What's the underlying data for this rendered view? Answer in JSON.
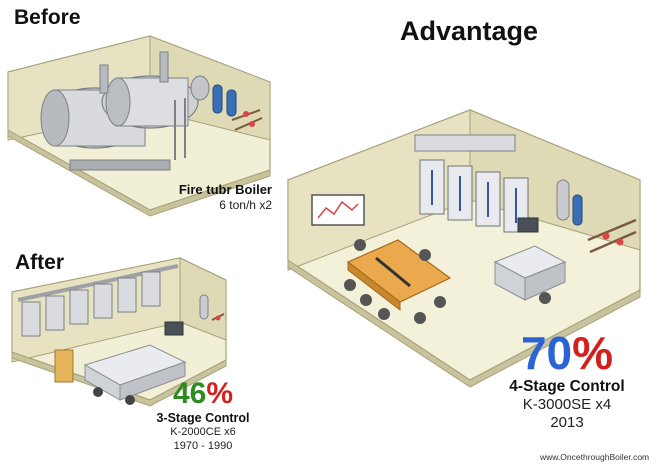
{
  "titles": {
    "before": "Before",
    "after": "After",
    "advantage": "Advantage"
  },
  "before": {
    "caption_title": "Fire tubr Boiler",
    "caption_line": "6 ton/h x2"
  },
  "after": {
    "percent_value": "46",
    "percent_sign": "%",
    "caption_title": "3-Stage Control",
    "model_line": "K-2000CE x6",
    "years": "1970 - 1990"
  },
  "advantage": {
    "percent_value": "70",
    "percent_sign": "%",
    "caption_title": "4-Stage Control",
    "model_line": "K-3000SE x4",
    "year": "2013"
  },
  "website": "www.OncethroughBoiler.com",
  "colors": {
    "wall": "#ece9c9",
    "floor": "#f4f2da",
    "wall_edge": "#a8a27a",
    "percent_green": "#2e8b1f",
    "percent_blue": "#2a63d6",
    "percent_sign_red": "#d41f1f",
    "equipment_gray": "#c9cbcf",
    "table_wood": "#e9a94c"
  }
}
